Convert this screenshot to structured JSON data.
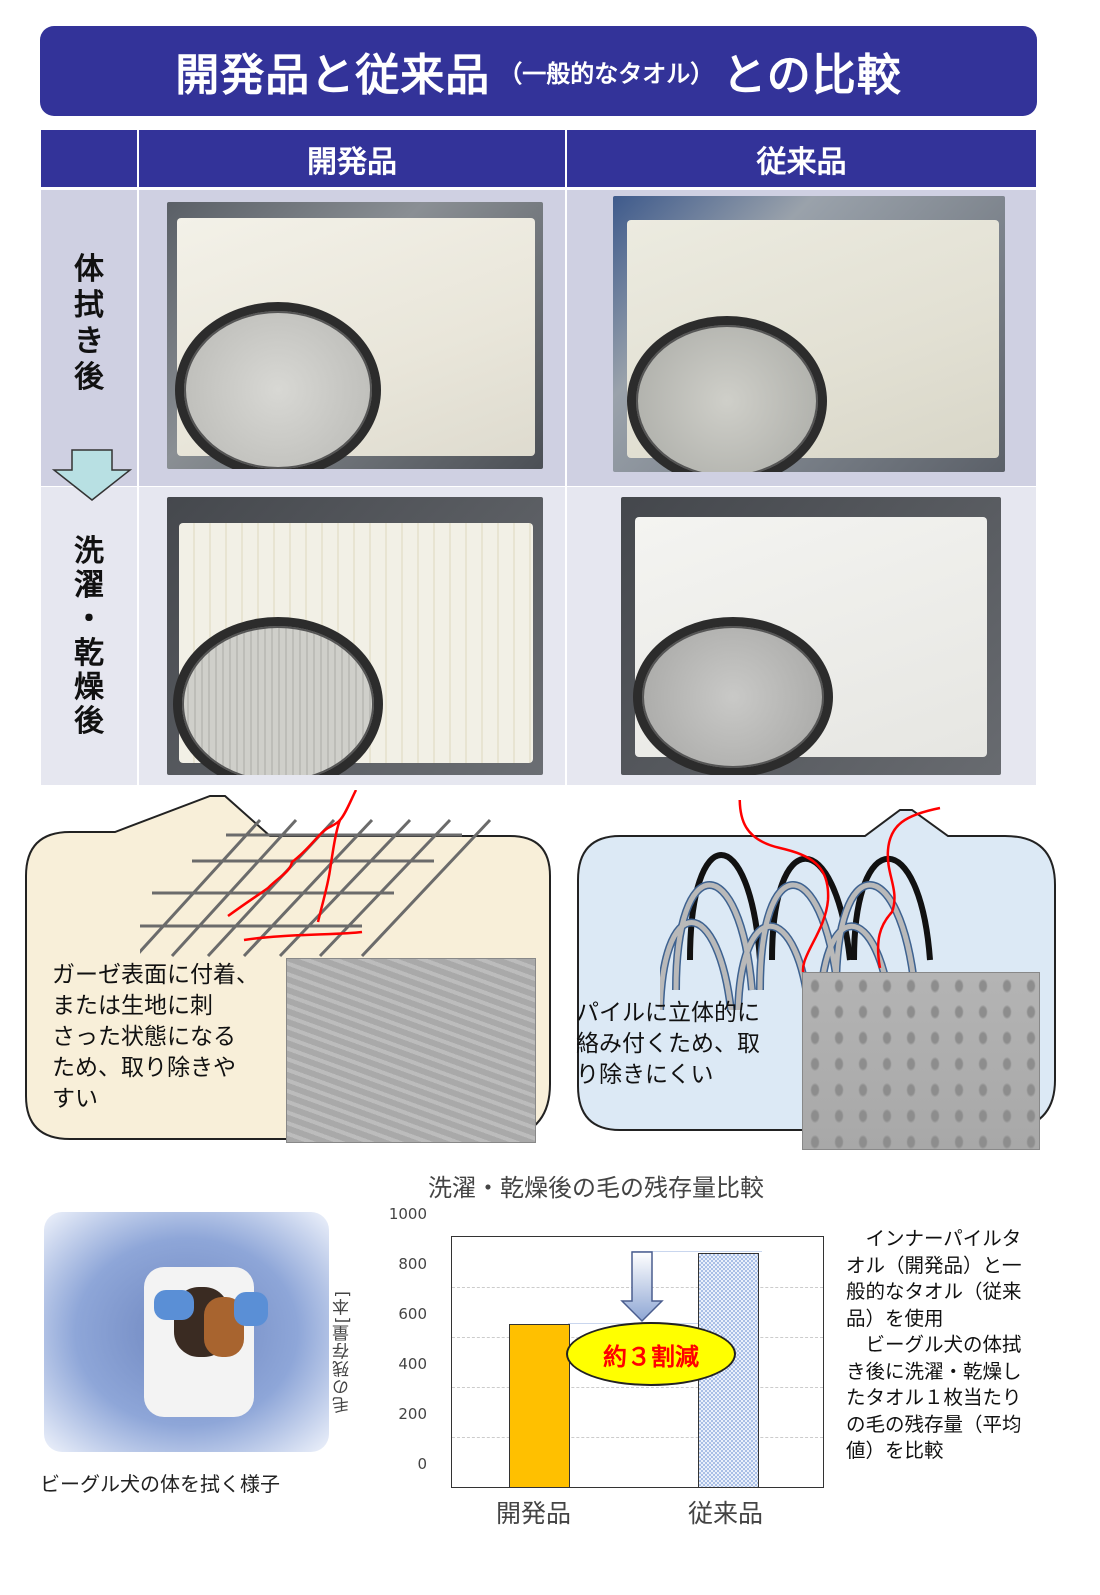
{
  "title": {
    "main_before": "開発品と従来品",
    "sub": "（一般的なタオル）",
    "main_after": "との比較"
  },
  "table": {
    "columns": [
      "",
      "開発品",
      "従来品"
    ],
    "rows": [
      {
        "label_chars": [
          "体",
          "拭",
          "き",
          "後"
        ],
        "arrow_icon": "down-arrow-icon"
      },
      {
        "label_chars": [
          "洗",
          "濯",
          "・",
          "乾",
          "燥",
          "後"
        ]
      }
    ]
  },
  "callouts": {
    "developed": {
      "text_lines": [
        "ガーゼ表面に付着、",
        "または生地に刺",
        "さった状態になる",
        "ため、取り除きや",
        "すい"
      ],
      "diagram": "gauze-grid-with-hairs"
    },
    "conventional": {
      "text_lines": [
        "パイルに立体的に",
        "絡み付くため、取",
        "り除きにくい"
      ],
      "diagram": "pile-loops-with-hairs"
    }
  },
  "photo_caption": "ビーグル犬の体を拭く様子",
  "chart_data": {
    "type": "bar",
    "title": "洗濯・乾燥後の毛の残存量比較",
    "categories": [
      "開発品",
      "従来品"
    ],
    "values": [
      650,
      935
    ],
    "xlabel": "",
    "ylabel": "毛の残存量[本]",
    "ylim": [
      0,
      1000
    ],
    "yticks": [
      "1000",
      "800",
      "600",
      "400",
      "200",
      "0"
    ],
    "grid": true,
    "colors": [
      "#ffc000",
      "#c9d6ee"
    ],
    "annotation": "約３割減",
    "annotation_colors": {
      "fill": "#ffff00",
      "text": "#ff0000"
    }
  },
  "side_text_lines": [
    "　インナーパイルタ",
    "オル（開発品）と一",
    "般的なタオル（従来",
    "品）を使用",
    "　ビーグル犬の体拭",
    "き後に洗濯・乾燥し",
    "たタオル１枚当たり",
    "の毛の残存量（平均",
    "値）を比較"
  ],
  "colors": {
    "banner": "#333399",
    "row1": "#cfd0e2",
    "row2": "#e6e7f0",
    "arrow": "#b8e0e3",
    "hair": "#ff0000"
  }
}
